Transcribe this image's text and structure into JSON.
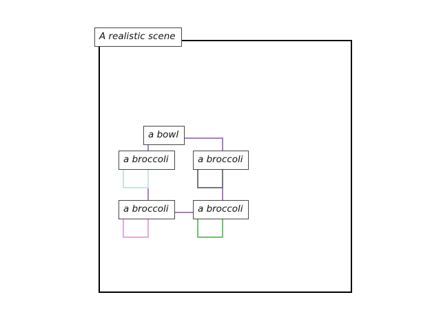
{
  "scene": {
    "title": "A realistic scene"
  },
  "objects": [
    {
      "id": "bowl",
      "label": "a bowl",
      "color": "#a57fc4"
    },
    {
      "id": "broccoli_1",
      "label": "a broccoli",
      "color": "#c6e6dd"
    },
    {
      "id": "broccoli_2",
      "label": "a broccoli",
      "color": "#727880"
    },
    {
      "id": "broccoli_3",
      "label": "a broccoli",
      "color": "#e4a8de"
    },
    {
      "id": "broccoli_4",
      "label": "a broccoli",
      "color": "#73bf73"
    }
  ]
}
